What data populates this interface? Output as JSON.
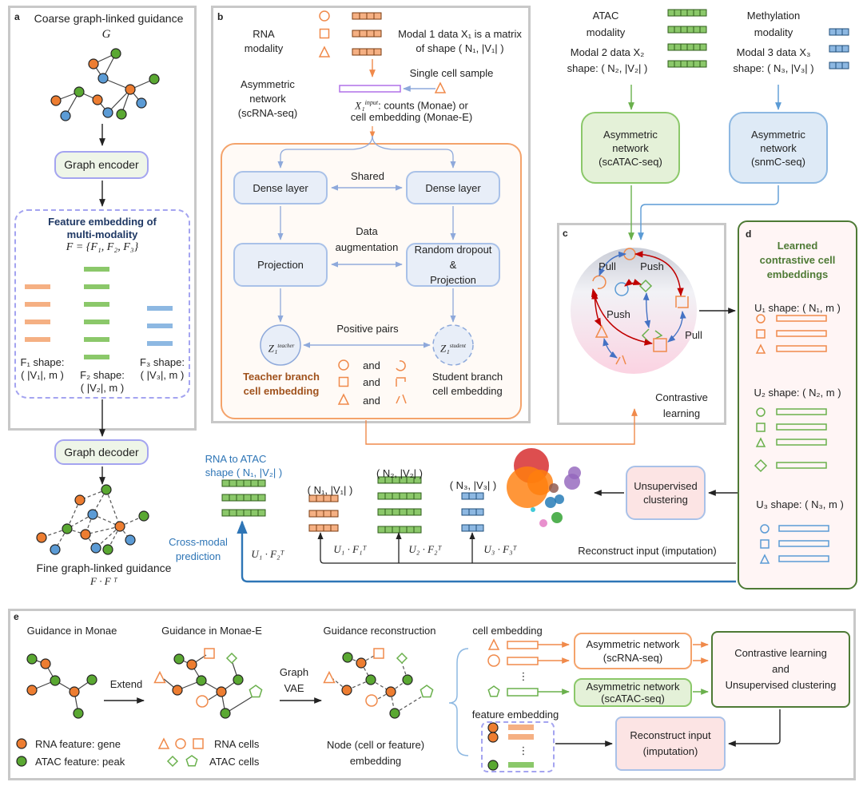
{
  "colors": {
    "rna": "#f08a4b",
    "rna_fill": "#f5b083",
    "atac": "#6ab04c",
    "atac_fill": "#8bc86a",
    "meth": "#5b9bd5",
    "meth_fill": "#8db8e2",
    "blue_arrow": "#2e75b6",
    "dark_green": "#4e7a35",
    "teacher_text": "#a0521d",
    "panel_a_title": "#1f3864"
  },
  "panel_a": {
    "label": "a",
    "title": "Coarse graph-linked guidance",
    "title_symbol": "G",
    "encoder": "Graph encoder",
    "feature_title_1": "Feature embedding of",
    "feature_title_2": "multi-modality",
    "feature_formula": "F = {F₁, F₂, F₃}",
    "f1_shape_1": "F₁ shape:",
    "f1_shape_2": "( |V₁|, m )",
    "f2_shape_1": "F₂ shape:",
    "f2_shape_2": "( |V₂|, m )",
    "f3_shape_1": "F₃ shape:",
    "f3_shape_2": "( |V₃|, m )",
    "decoder": "Graph decoder",
    "fine_title": "Fine graph-linked guidance",
    "fine_formula": "F · F ᵀ"
  },
  "panel_b": {
    "label": "b",
    "rna_modality_1": "RNA",
    "rna_modality_2": "modality",
    "modal1_1": "Modal 1 data X₁ is a matrix",
    "modal1_2": "of shape ( N₁, |V₁| )",
    "single_cell": "Single cell sample",
    "asym_1": "Asymmetric",
    "asym_2": "network",
    "asym_3": "(scRNA-seq)",
    "input_1": "X₁",
    "input_sup": "input",
    "input_2": ": counts (Monae) or",
    "input_3": "cell embedding (Monae-E)",
    "dense_left": "Dense layer",
    "dense_right": "Dense layer",
    "shared": "Shared",
    "data_aug_1": "Data",
    "data_aug_2": "augmentation",
    "projection": "Projection",
    "random_dropout_1": "Random dropout",
    "random_dropout_2": "&",
    "random_dropout_3": "Projection",
    "positive_pairs": "Positive pairs",
    "z_teacher": "Z₁",
    "z_teacher_sup": "teacher",
    "z_student": "Z₁",
    "z_student_sup": "student",
    "teacher_1": "Teacher branch",
    "teacher_2": "cell embedding",
    "student_1": "Student branch",
    "student_2": "cell embedding",
    "and": "and"
  },
  "top_right": {
    "atac_1": "ATAC",
    "atac_2": "modality",
    "modal2_1": "Modal 2 data X₂",
    "modal2_2": "shape: ( N₂, |V₂| )",
    "meth_1": "Methylation",
    "meth_2": "modality",
    "modal3_1": "Modal 3 data X₃",
    "modal3_2": "shape: ( N₃, |V₃| )",
    "atac_net_1": "Asymmetric",
    "atac_net_2": "network",
    "atac_net_3": "(scATAC-seq)",
    "meth_net_1": "Asymmetric",
    "meth_net_2": "network",
    "meth_net_3": "(snmC-seq)"
  },
  "panel_c": {
    "label": "c",
    "pull_1": "Pull",
    "push_1": "Push",
    "push_2": "Push",
    "pull_2": "Pull",
    "caption_1": "Contrastive",
    "caption_2": "learning"
  },
  "panel_d": {
    "label": "d",
    "title_1": "Learned",
    "title_2": "contrastive cell",
    "title_3": "embeddings",
    "u1": "U₁ shape: ( N₁, m )",
    "u2": "U₂ shape: ( N₂, m )",
    "u3": "U₃ shape: ( N₃, m )"
  },
  "bottom_mid": {
    "rna_to_atac_1": "RNA to ATAC",
    "rna_to_atac_2": "shape ( N₁, |V₂| )",
    "n1v1": "( N₁, |V₁| )",
    "n2v2": "( N₂, |V₂| )",
    "n3v3": "( N₃, |V₃| )",
    "cross_modal_1": "Cross-modal",
    "cross_modal_2": "prediction",
    "u1f2": "U₁ · F₂ᵀ",
    "u1f1": "U₁ · F₁ᵀ",
    "u2f2": "U₂ · F₂ᵀ",
    "u3f3": "U₃ · F₃ᵀ",
    "reconstruct": "Reconstruct input (imputation)",
    "unsupervised_1": "Unsupervised",
    "unsupervised_2": "clustering"
  },
  "panel_e": {
    "label": "e",
    "guidance_monae": "Guidance in Monae",
    "guidance_monae_e": "Guidance in Monae-E",
    "guidance_recon": "Guidance reconstruction",
    "extend": "Extend",
    "graph_vae_1": "Graph",
    "graph_vae_2": "VAE",
    "legend_rna_feature": "RNA feature: gene",
    "legend_atac_feature": "ATAC feature: peak",
    "legend_rna_cells": "RNA cells",
    "legend_atac_cells": "ATAC cells",
    "node_emb_1": "Node (cell or feature)",
    "node_emb_2": "embedding",
    "cell_embedding": "cell embedding",
    "feature_embedding": "feature embedding",
    "ellipsis": "⋮",
    "asym_rna_1": "Asymmetric network",
    "asym_rna_2": "(scRNA-seq)",
    "asym_atac_1": "Asymmetric network",
    "asym_atac_2": "(scATAC-seq)",
    "cl_1": "Contrastive learning",
    "cl_2": "and",
    "cl_3": "Unsupervised clustering",
    "recon_1": "Reconstruct input",
    "recon_2": "(imputation)"
  }
}
